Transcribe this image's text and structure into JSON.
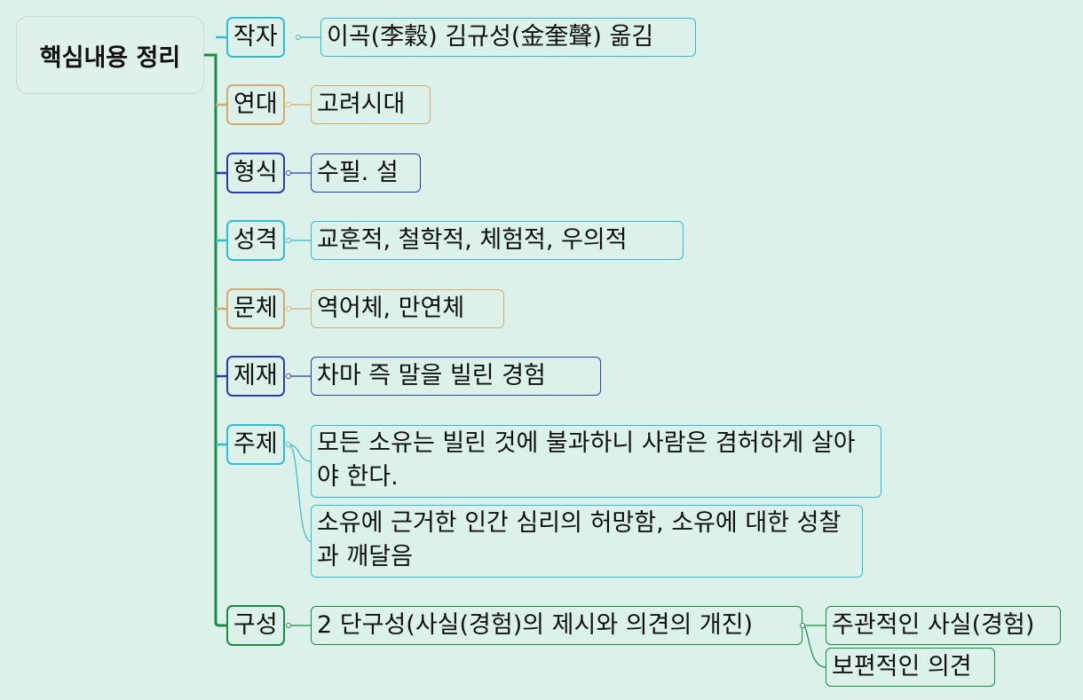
{
  "root": {
    "label": "핵심내용 정리"
  },
  "colors": {
    "trunk": "#1a8a48",
    "author": "#32bcd3",
    "era": "#d6ab72",
    "form": "#2b3db6",
    "character": "#32bcd3",
    "style": "#d6ab72",
    "material": "#2b3db6",
    "theme": "#32bcd3",
    "structure": "#1a8a48"
  },
  "branches": {
    "author": {
      "label": "작자",
      "values": [
        "이곡(李穀) 김규성(金奎聲) 옮김"
      ]
    },
    "era": {
      "label": "연대",
      "values": [
        "고려시대"
      ]
    },
    "form": {
      "label": "형식",
      "values": [
        "수필. 설"
      ]
    },
    "character": {
      "label": "성격",
      "values": [
        "교훈적, 철학적, 체험적, 우의적"
      ]
    },
    "style": {
      "label": "문체",
      "values": [
        "역어체, 만연체"
      ]
    },
    "material": {
      "label": "제재",
      "values": [
        "차마 즉 말을 빌린 경험"
      ]
    },
    "theme": {
      "label": "주제",
      "values": [
        "모든 소유는 빌린 것에 불과하니 사람은 겸허하게 살아야 한다.",
        "소유에 근거한 인간 심리의 허망함, 소유에 대한 성찰과 깨달음"
      ]
    },
    "structure": {
      "label": "구성",
      "values": [
        "2 단구성(사실(경험)의 제시와 의견의 개진)"
      ],
      "children": [
        "주관적인 사실(경험)",
        "보편적인 의견"
      ]
    }
  }
}
